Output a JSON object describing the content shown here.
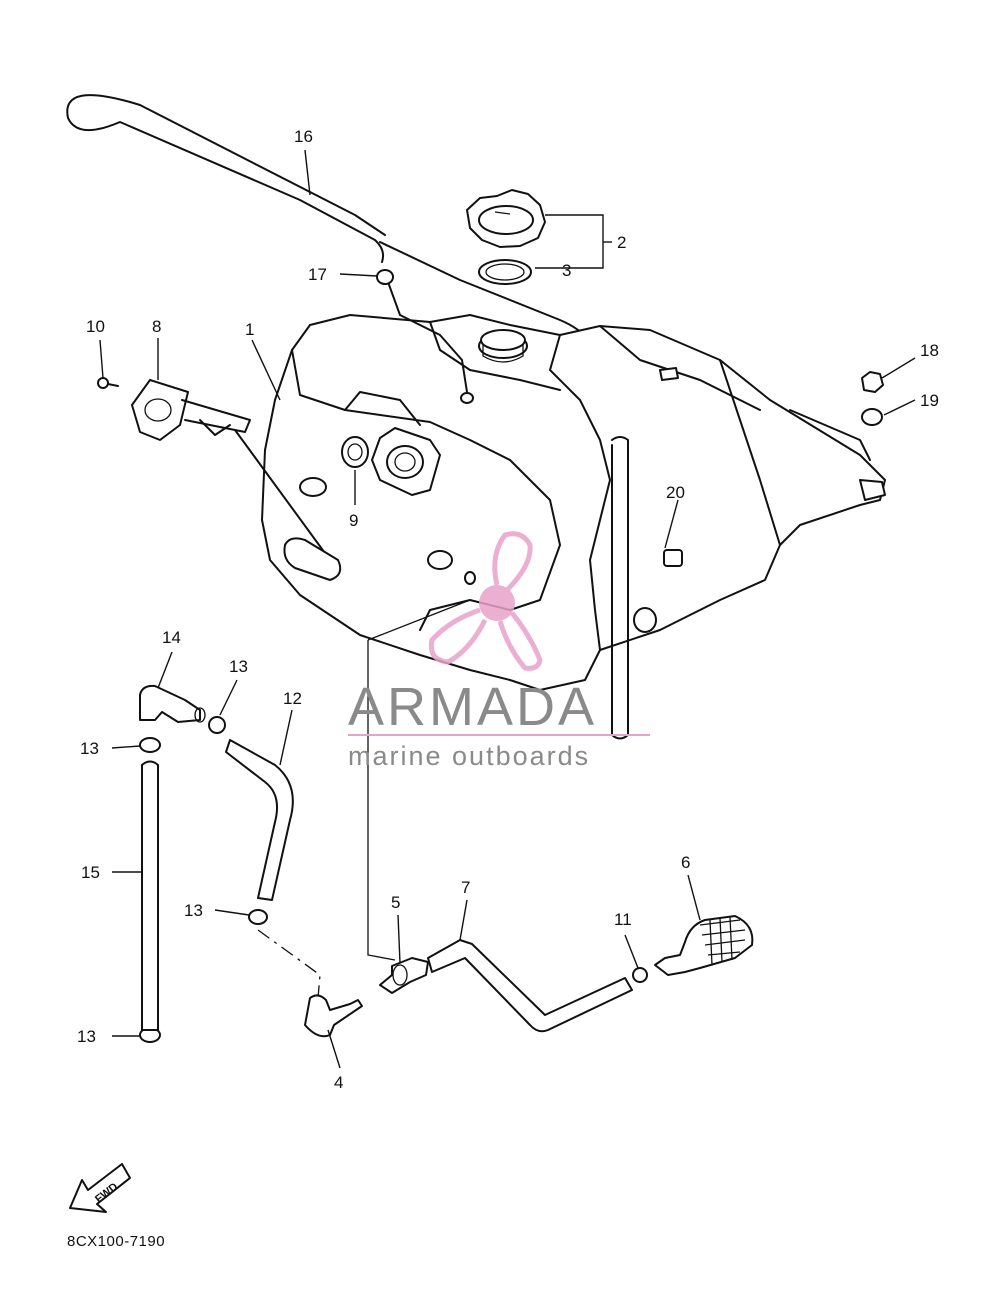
{
  "callouts": [
    "1",
    "2",
    "3",
    "4",
    "5",
    "6",
    "7",
    "8",
    "9",
    "10",
    "11",
    "12",
    "13",
    "14",
    "15",
    "16",
    "17",
    "18",
    "19",
    "20"
  ],
  "drawing_code": "8CX100-7190",
  "fwd_label": "FWD",
  "watermark": {
    "brand": "ARMADA",
    "tagline": "marine outboards",
    "logo_color": "#e7a2c9",
    "text_color": "#8a8a8a"
  }
}
